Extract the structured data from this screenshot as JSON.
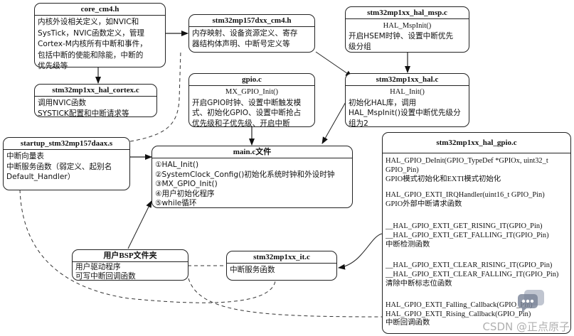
{
  "boxes": {
    "core_cm4": {
      "title": "core_cm4.h",
      "lines": [
        "内核外设相关定义，如NVIC和",
        "SysTick，NVIC函数定义，管理",
        "Cortex-M内核所有中断和事件，",
        "包括中断的使能和除能，中断的",
        "优先级等"
      ]
    },
    "hal_cortex": {
      "title": "stm32mp1xx_hal_cortex.c",
      "lines": [
        "调用NVIC函数",
        "SYSTICK配置和中断请求等"
      ]
    },
    "cm4_h": {
      "title": "stm32mp157dxx_cm4.h",
      "lines": [
        "内存映射、设备资源定义、寄存",
        "器结构体声明、中断号定义等"
      ]
    },
    "hal_msp": {
      "title": "stm32mp1xx_hal_msp.c",
      "func": "HAL_MspInit()",
      "lines": [
        "开启HSEM时钟、设置中断优先",
        "级分组"
      ]
    },
    "gpio_c": {
      "title": "gpio.c",
      "func": "MX_GPIO_Init()",
      "lines": [
        "开启GPIO时钟、设置中断触发模",
        "式、初始化GPIO、设置中断抢占",
        "优先级和子优先级、开启中断"
      ]
    },
    "hal_c": {
      "title": "stm32mp1xx_hal.c",
      "func": "HAL_Init()",
      "lines": [
        "初始化HAL库，调用",
        "HAL_MspInit()设置中断优先级分",
        "组为2"
      ]
    },
    "startup": {
      "title": "startup_stm32mp157daax.s",
      "lines": [
        "中断向量表",
        "中断服务函数（弱定义、起别名",
        "Default_Handler）"
      ]
    },
    "main_c": {
      "title": "main.c文件",
      "lines": [
        "①HAL_Init()",
        "②SystemClock_Config()初始化系统时钟和外设时钟",
        "③MX_GPIO_Init()",
        "④用户初始化程序",
        "⑤while循环"
      ]
    },
    "hal_gpio": {
      "title": "stm32mp1xx_hal_gpio.c",
      "groups": [
        [
          "HAL_GPIO_DeInit(GPIO_TypeDef *GPIOx, uint32_t",
          "GPIO_Pin)",
          "GPIO模式初始化和EXTI模式初始化"
        ],
        [
          "HAL_GPIO_EXTI_IRQHandler(uint16_t GPIO_Pin)",
          "GPIO外部中断请求函数"
        ],
        [
          "__HAL_GPIO_EXTI_GET_RISING_IT(GPIO_Pin)",
          "__HAL_GPIO_EXTI_GET_FALLING_IT(GPIO_Pin)",
          "中断检测函数"
        ],
        [
          "__HAL_GPIO_EXTI_CLEAR_RISING_IT(GPIO_Pin)",
          "__HAL_GPIO_EXTI_CLEAR_FALLING_IT(GPIO_Pin)",
          "清除中断标志位函数"
        ],
        [
          "HAL_GPIO_EXTI_Falling_Callback(GPIO_Pin)",
          "HAL_GPIO_EXTI_Rising_Callback(GPIO_Pin)",
          "中断回调函数"
        ]
      ]
    },
    "bsp": {
      "title": "用户BSP文件夹",
      "lines": [
        "用户驱动程序",
        "可写中断回调函数"
      ]
    },
    "it_c": {
      "title": "stm32mp1xx_it.c",
      "lines": [
        "中断服务函数"
      ]
    }
  },
  "watermark": "CSDN @正点原子",
  "watermark_icon": "chat-bubble-icon"
}
